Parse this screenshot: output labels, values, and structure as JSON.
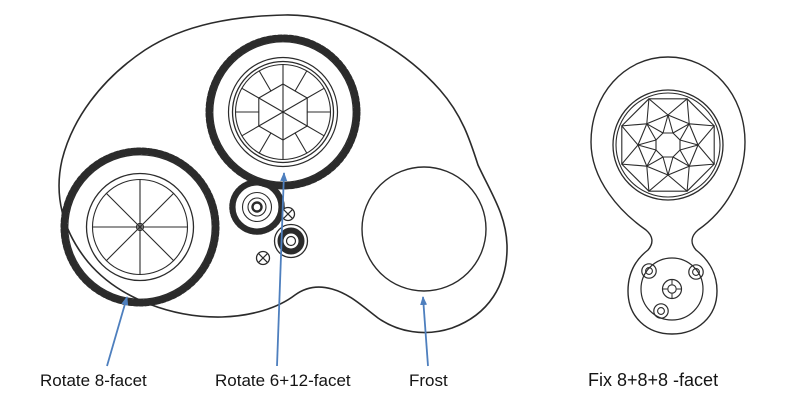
{
  "diagram": {
    "labels": {
      "rotate8": "Rotate 8-facet",
      "rotate612": "Rotate 6+12-facet",
      "frost": "Frost",
      "fix888": "Fix 8+8+8 -facet"
    },
    "colors": {
      "arrow": "#4e7fbe",
      "line": "#2b2b2b",
      "background": "#ffffff"
    }
  }
}
